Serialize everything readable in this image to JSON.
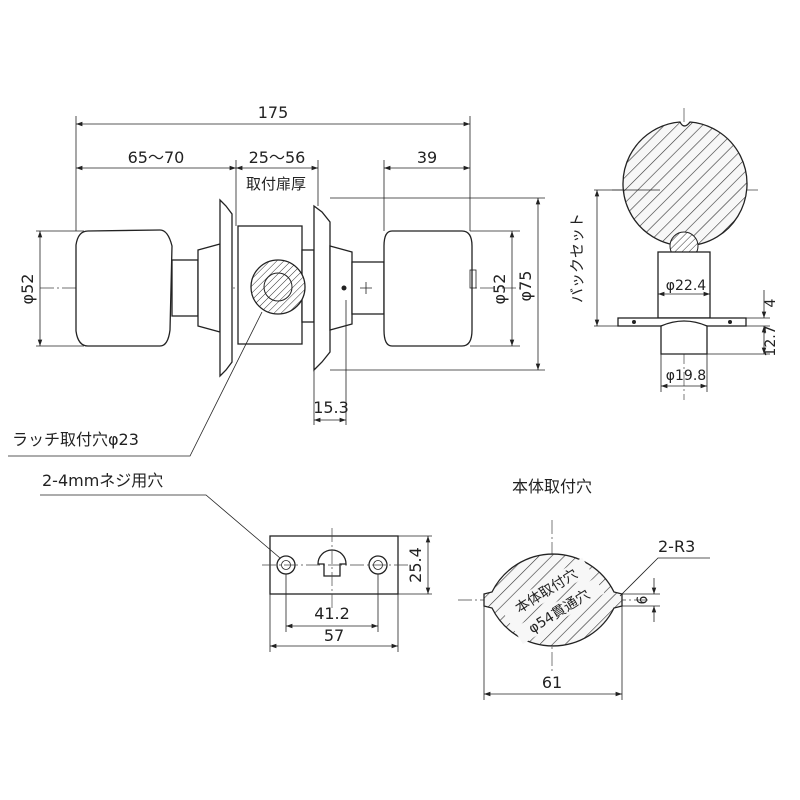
{
  "dimensions": {
    "overall_length": "175",
    "knob_to_door": "65～70",
    "door_thickness_range": "25～56",
    "door_thickness_label": "取付扉厚",
    "inner_knob_length": "39",
    "knob_dia_left": "φ52",
    "knob_dia_right": "φ52",
    "rose_dia": "φ75",
    "rose_offset": "15.3",
    "latch_hole_label": "ラッチ取付穴φ23",
    "backset_label": "バックセット",
    "latch_dia": "φ22.4",
    "latch_depth_small": "4",
    "latch_depth": "12.7",
    "latch_bolt_dia": "φ19.8",
    "screw_holes_label": "2-4mmネジ用穴",
    "plate_height": "25.4",
    "screw_pitch": "41.2",
    "plate_width": "57",
    "body_hole_title": "本体取付穴",
    "body_hole_inner_text_1": "本体取付穴",
    "body_hole_inner_text_2": "φ54貫通穴",
    "corner_radius": "2-R3",
    "notch_depth": "6",
    "body_hole_width": "61"
  }
}
